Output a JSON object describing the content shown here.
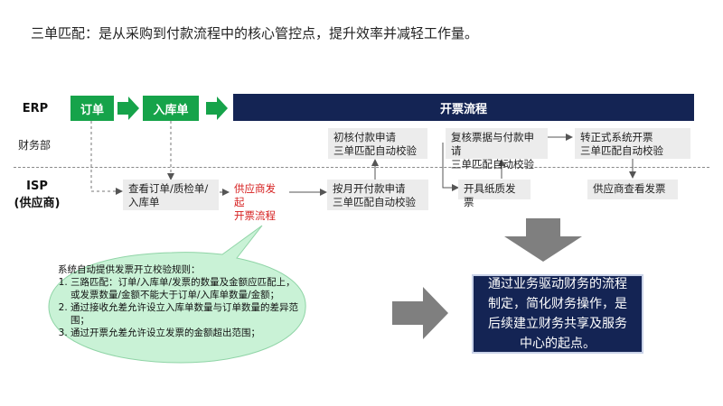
{
  "heading": "三单匹配：是从采购到付款流程中的核心管控点，提升效率并减轻工作量。",
  "rows": {
    "erp": "ERP",
    "finance": "财务部",
    "isp_line1": "ISP",
    "isp_line2": "(供应商)"
  },
  "erp_steps": {
    "order": "订单",
    "receipt": "入库单",
    "invoice_flow": "开票流程"
  },
  "boxes": {
    "initial_check_1": "初核付款申请",
    "initial_check_2": "三单匹配自动校验",
    "recheck_1": "复核票据与付款申请",
    "recheck_2": "三单匹配自动校验",
    "formal_1": "转正式系统开票",
    "formal_2": "三单匹配自动校验",
    "view_docs_1": "查看订单/质检单/",
    "view_docs_2": "入库单",
    "supplier_start_1": "供应商发起",
    "supplier_start_2": "开票流程",
    "monthly_1": "按月开付款申请",
    "monthly_2": "三单匹配自动校验",
    "paper_invoice": "开具纸质发票",
    "supplier_view": "供应商查看发票"
  },
  "bubble": {
    "title": "系统自动提供发票开立校验规则：",
    "rules": [
      "三路匹配：订单/入库单/发票的数量及金额应匹配上，或发票数量/金额不能大于订单/入库单数量/金额；",
      "通过接收允差允许设立入库单数量与订单数量的差异范围；",
      "通过开票允差允许设立发票的金额超出范围；"
    ]
  },
  "callout": "通过业务驱动财务的流程制定，简化财务操作，是后续建立财务共享及服务中心的起点。",
  "colors": {
    "green": "#16a34a",
    "navy": "#142454",
    "bubble": "#c9f2d6",
    "arrow_gray": "#7f7f7f",
    "box_gray": "#ececec"
  }
}
